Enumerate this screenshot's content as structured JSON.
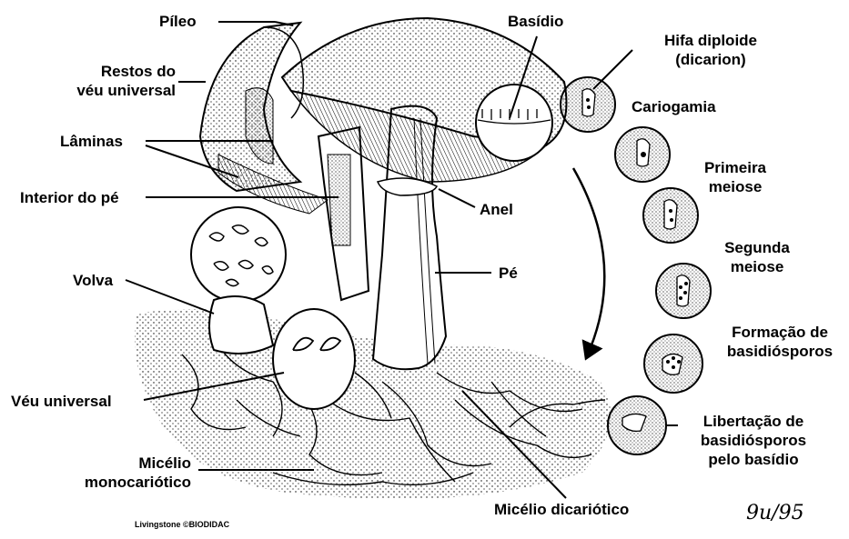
{
  "labels": {
    "pileo": "Píleo",
    "restos_line1": "Restos do",
    "restos_line2": "véu universal",
    "laminas": "Lâminas",
    "interior_pe": "Interior do pé",
    "volva": "Volva",
    "veu_universal": "Véu universal",
    "micelio_mono_line1": "Micélio",
    "micelio_mono_line2": "monocariótico",
    "basidio": "Basídio",
    "anel": "Anel",
    "pe": "Pé",
    "micelio_dicariotico": "Micélio dicariótico",
    "hifa_line1": "Hifa diploide",
    "hifa_line2": "(dicarion)",
    "cariogamia": "Cariogamia",
    "primeira_line1": "Primeira",
    "primeira_line2": "meiose",
    "segunda_line1": "Segunda",
    "segunda_line2": "meiose",
    "formacao_line1": "Formação de",
    "formacao_line2": "basidiósporos",
    "libertacao_line1": "Libertação de",
    "libertacao_line2": "basidiósporos",
    "libertacao_line3": "pelo basídio"
  },
  "credit": "Livingstone ©BIODIDAC",
  "signature": "9u/95"
}
